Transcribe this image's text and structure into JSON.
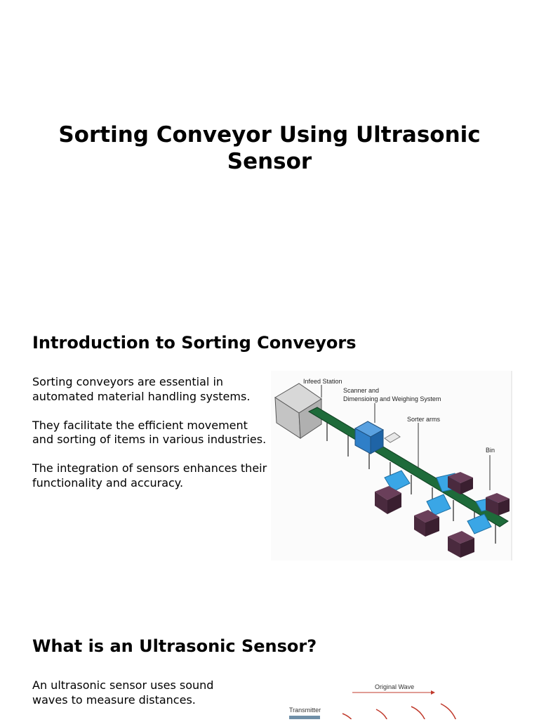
{
  "title": "Sorting Conveyor Using Ultrasonic Sensor",
  "sections": [
    {
      "heading": "Introduction to Sorting Conveyors",
      "paragraphs": [
        "Sorting conveyors are essential in automated material handling systems.",
        "They facilitate the efficient movement and sorting of items in various industries.",
        "The integration of sensors enhances their functionality and accuracy."
      ],
      "figure_labels": {
        "infeed": "Infeed Station",
        "scanner_1": "Scanner and",
        "scanner_2": "Dimensioing and Weighing System",
        "sorter": "Sorter arms",
        "bin": "Bin"
      }
    },
    {
      "heading": "What is an Ultrasonic Sensor?",
      "paragraphs": [
        "An ultrasonic sensor uses sound waves to measure distances."
      ],
      "figure_labels": {
        "wave": "Original Wave",
        "transmitter": "Transmitter"
      }
    }
  ],
  "colors": {
    "belt": "#1e6b3a",
    "scanner": "#2f7fc8",
    "tray": "#3aa6e6",
    "bin": "#4a2a3e",
    "wave": "#c0392b"
  }
}
